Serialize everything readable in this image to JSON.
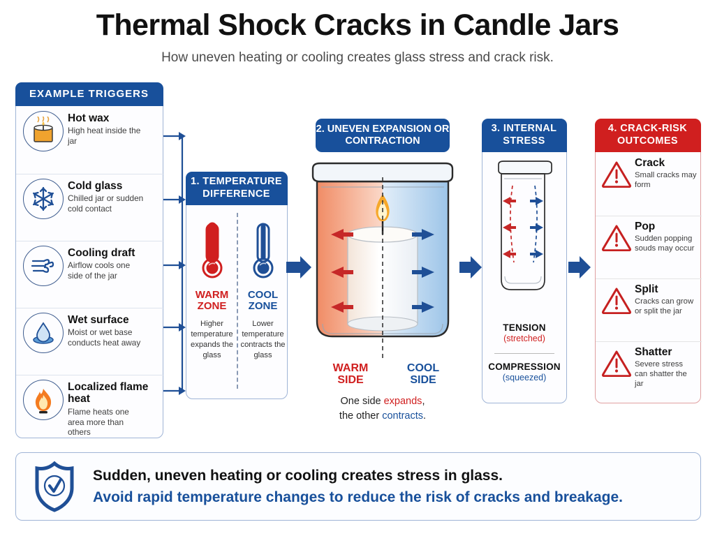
{
  "header": {
    "title": "Thermal Shock Cracks in Candle Jars",
    "subtitle": "How uneven heating or cooling creates glass stress and crack risk."
  },
  "sidebar": {
    "heading": "EXAMPLE TRIGGERS",
    "items": [
      {
        "icon": "hot-wax-candle-icon",
        "title": "Hot wax",
        "desc": "High heat inside the jar"
      },
      {
        "icon": "snowflake-icon",
        "title": "Cold glass",
        "desc": "Chilled jar or sudden cold contact"
      },
      {
        "icon": "wind-draft-icon",
        "title": "Cooling draft",
        "desc": "Airflow cools one side of the jar"
      },
      {
        "icon": "water-drop-icon",
        "title": "Wet surface",
        "desc": "Moist or wet base conducts heat away"
      },
      {
        "icon": "flame-icon",
        "title": "Localized flame heat",
        "desc": "Flame heats one area more than others"
      }
    ]
  },
  "panel1": {
    "heading": "1. TEMPERATURE DIFFERENCE",
    "warm": {
      "name": "WARM ZONE",
      "desc": "Higher temperature expands the glass",
      "color": "#d01f1f"
    },
    "cool": {
      "name": "COOL ZONE",
      "desc": "Lower temperature contracts the glass",
      "color": "#18509b"
    }
  },
  "panel2": {
    "heading": "2. UNEVEN EXPANSION OR CONTRACTION",
    "warm_side": "WARM SIDE",
    "cool_side": "COOL SIDE",
    "caption_line1_a": "One side ",
    "caption_line1_b": "expands",
    "caption_line1_c": ",",
    "caption_line2_a": "the other ",
    "caption_line2_b": "contracts",
    "caption_line2_c": "."
  },
  "panel3": {
    "heading": "3. INTERNAL STRESS",
    "tension_label": "TENSION",
    "tension_sub": "(stretched)",
    "compression_label": "COMPRESSION",
    "compression_sub": "(squeezed)"
  },
  "panel4": {
    "heading": "4. CRACK-RISK OUTCOMES",
    "items": [
      {
        "icon": "warning-triangle-icon",
        "title": "Crack",
        "desc": "Small cracks may form"
      },
      {
        "icon": "warning-triangle-icon",
        "title": "Pop",
        "desc": "Sudden popping souds may occur"
      },
      {
        "icon": "warning-triangle-icon",
        "title": "Split",
        "desc": "Cracks can grow or split the jar"
      },
      {
        "icon": "warning-triangle-icon",
        "title": "Shatter",
        "desc": "Severe stress can shatter the jar"
      }
    ]
  },
  "footer": {
    "icon": "shield-check-icon",
    "line1": "Sudden, uneven heating or cooling creates stress in glass.",
    "line2": "Avoid rapid temperature changes to reduce the risk of cracks and breakage."
  },
  "colors": {
    "blue": "#18509b",
    "red": "#d01f1f",
    "warm_fill": "#f5a98c",
    "cool_fill": "#a8c8e8"
  }
}
